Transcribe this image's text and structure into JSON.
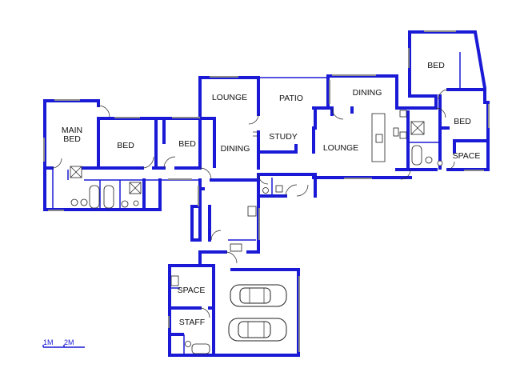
{
  "rooms": {
    "main_bed_1": "MAIN",
    "main_bed_2": "BED",
    "bed_1": "BED",
    "bed_2": "BED",
    "lounge_1": "LOUNGE",
    "dining_1": "DINING",
    "patio": "PATIO",
    "study": "STUDY",
    "lounge_2": "LOUNGE",
    "dining_2": "DINING",
    "bed_3": "BED",
    "bed_4": "BED",
    "space_1": "SPACE",
    "space_2": "SPACE",
    "staff": "STAFF"
  },
  "scale": {
    "label_1": "1M",
    "label_2": "2M"
  },
  "colors": {
    "wall": "#1a1ad6",
    "fixture": "#222222",
    "window": "#8a8a8a"
  }
}
